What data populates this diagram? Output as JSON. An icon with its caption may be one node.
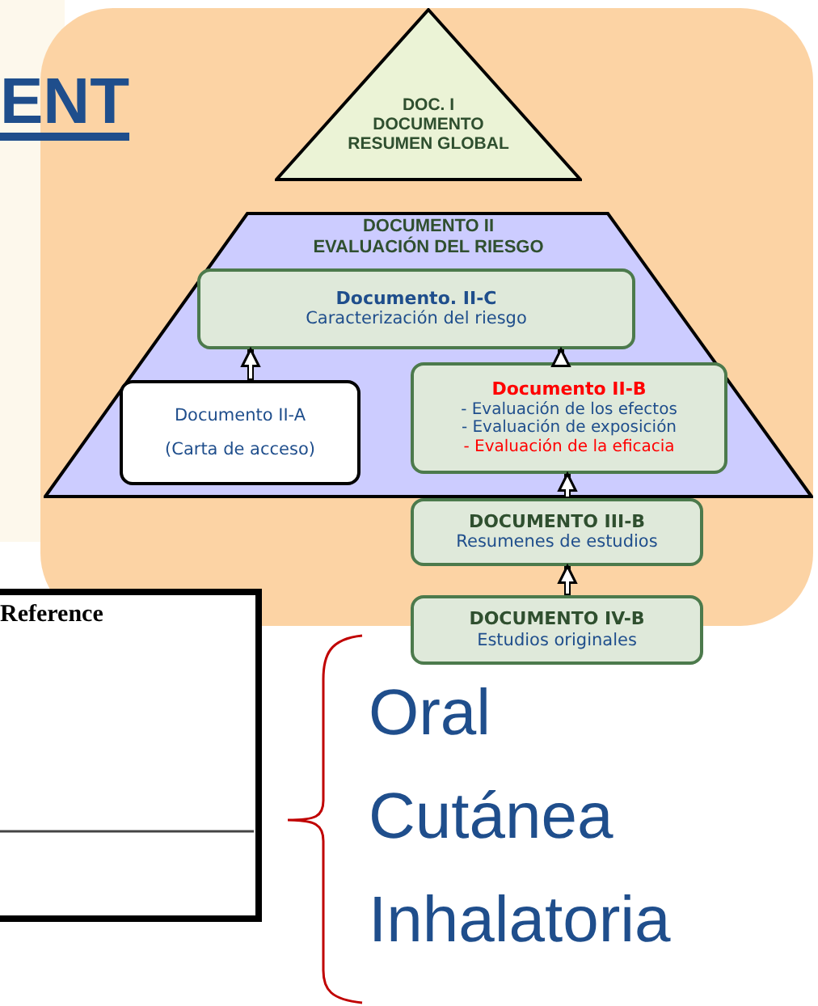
{
  "diagram": {
    "nodes": [
      {
        "text": [
          "DOC. I DOCUMENTO RESUMEN GLOBAL"
        ]
      },
      {
        "text": [
          "DOCUMENTO II EVALUACIÓN DEL RIESGO"
        ]
      },
      {
        "text": [
          "Documento. II-C",
          "Caracterización del riesgo"
        ],
        "in": 1
      },
      {
        "text": [
          "Documento II-A",
          "(Carta de acceso)"
        ],
        "in": 1
      },
      {
        "text": [
          "Documento II-B",
          "- Evaluación de los efectos",
          "- Evaluación de exposición",
          "- Evaluación de la eficacia"
        ],
        "in": 1
      },
      {
        "text": [
          "DOCUMENTO III-B",
          "Resumenes de estudios"
        ]
      },
      {
        "text": [
          "DOCUMENTO IV-B",
          "Estudios originales"
        ]
      }
    ],
    "edges": [
      {
        "from": 3,
        "to": 2,
        "arrow": "to"
      },
      {
        "from": 4,
        "to": 2,
        "arrow": "to"
      },
      {
        "from": 5,
        "to": 4,
        "arrow": "to"
      },
      {
        "from": 6,
        "to": 5,
        "arrow": "to"
      }
    ],
    "labels": [
      "ENT",
      "Reference",
      "Oral",
      "Cutánea",
      "Inhalatoria"
    ]
  }
}
